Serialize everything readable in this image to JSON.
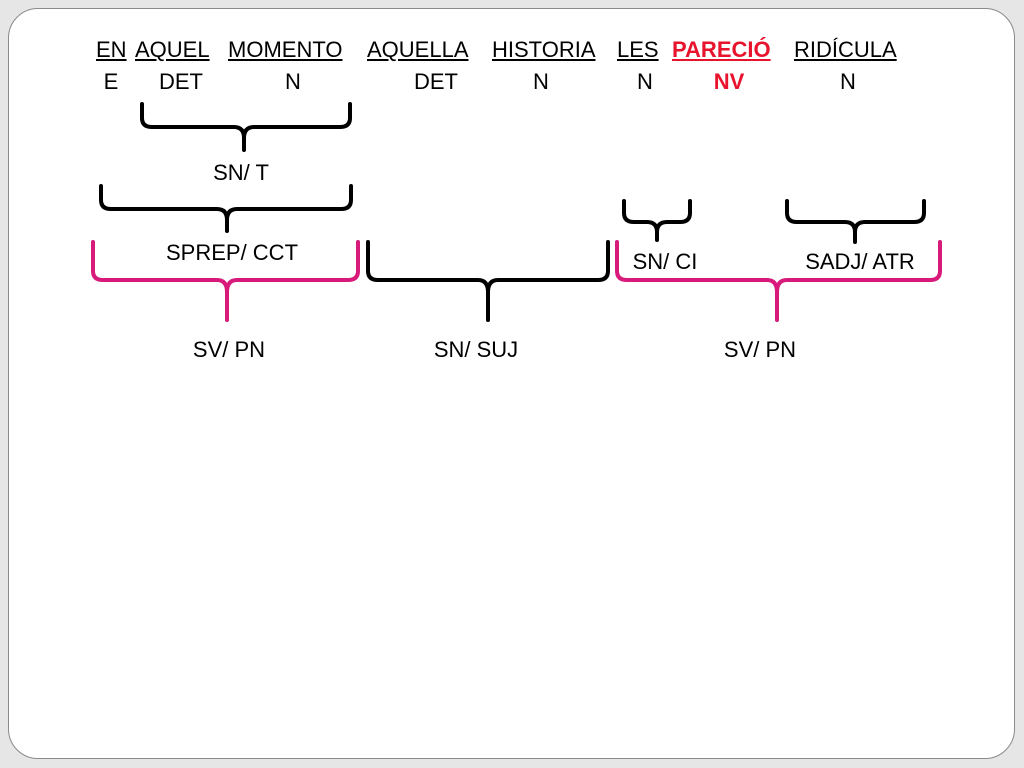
{
  "sentence": {
    "words": [
      {
        "id": "en",
        "text": "EN",
        "category": "E"
      },
      {
        "id": "aquel",
        "text": "AQUEL",
        "category": "DET"
      },
      {
        "id": "momento",
        "text": "MOMENTO",
        "category": "N"
      },
      {
        "id": "aquella",
        "text": "AQUELLA",
        "category": "DET"
      },
      {
        "id": "historia",
        "text": "HISTORIA",
        "category": "N"
      },
      {
        "id": "les",
        "text": "LES",
        "category": "N"
      },
      {
        "id": "parecio",
        "text": "PARECIÓ",
        "category": "NV"
      },
      {
        "id": "ridicula",
        "text": "RIDÍCULA",
        "category": "N"
      }
    ]
  },
  "labels": {
    "sn_t": "SN/ T",
    "sprep_cct": "SPREP/ CCT",
    "sn_ci": "SN/ CI",
    "sadj_atr": "SADJ/ ATR",
    "sv_pn_left": "SV/ PN",
    "sn_suj": "SN/ SUJ",
    "sv_pn_right": "SV/ PN"
  },
  "colors": {
    "highlight": "#e8132d",
    "bracket_black": "#000000",
    "bracket_pink": "#d81b7a"
  }
}
